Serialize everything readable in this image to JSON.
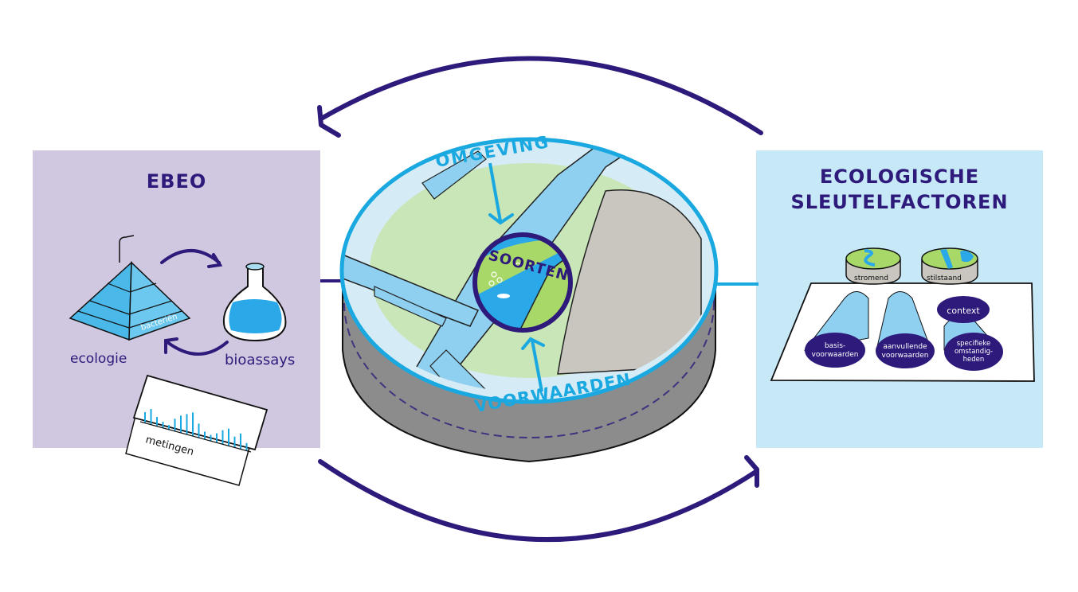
{
  "diagram": {
    "left_panel": {
      "title": "EBEO",
      "pyramid_label": "ecologie",
      "pyramid_base_label": "bacteriën",
      "flask_label": "bioassays",
      "chart_card_label": "metingen"
    },
    "center": {
      "outer_label": "OMGEVING",
      "inner_label": "SOORTEN",
      "bottom_label": "VOORWAARDEN"
    },
    "right_panel": {
      "title_line1": "ECOLOGISCHE",
      "title_line2": "SLEUTELFACTOREN",
      "disc1_label": "stromend",
      "disc2_label": "stilstaand",
      "pillars": [
        {
          "label_line1": "basis-",
          "label_line2": "voorwaarden",
          "label_line3": ""
        },
        {
          "label_line1": "aanvullende",
          "label_line2": "voorwaarden",
          "label_line3": ""
        },
        {
          "label_line1": "specifieke",
          "label_line2": "omstandig-",
          "label_line3": "heden"
        }
      ],
      "context_label": "context"
    },
    "colors": {
      "purple": "#2e1a7a",
      "cyan": "#1aa8e0",
      "left_bg": "#d0c8e0",
      "right_bg": "#c6e8f7",
      "green": "#c8e6b8",
      "water": "#8fd0f0",
      "gray": "#8c8c8c"
    }
  }
}
